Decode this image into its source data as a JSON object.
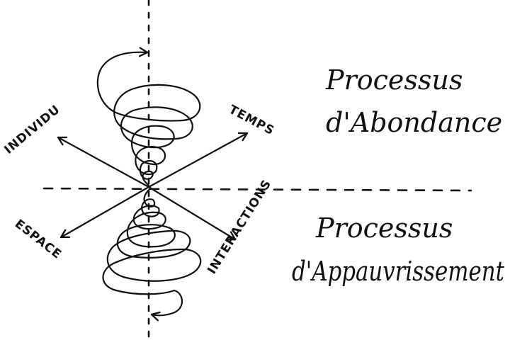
{
  "axes": {
    "individu": "INDIVIDU",
    "temps": "TEMPS",
    "espace": "ESPACE",
    "interactions": "INTERACTIONS"
  },
  "processes": {
    "abondance": {
      "line1": "Processus",
      "line2": "d'Abondance"
    },
    "appauvrissement": {
      "line1": "Processus",
      "line2": "d'Appauvrissement"
    }
  },
  "colors": {
    "ink": "#111111",
    "background": "#ffffff"
  }
}
